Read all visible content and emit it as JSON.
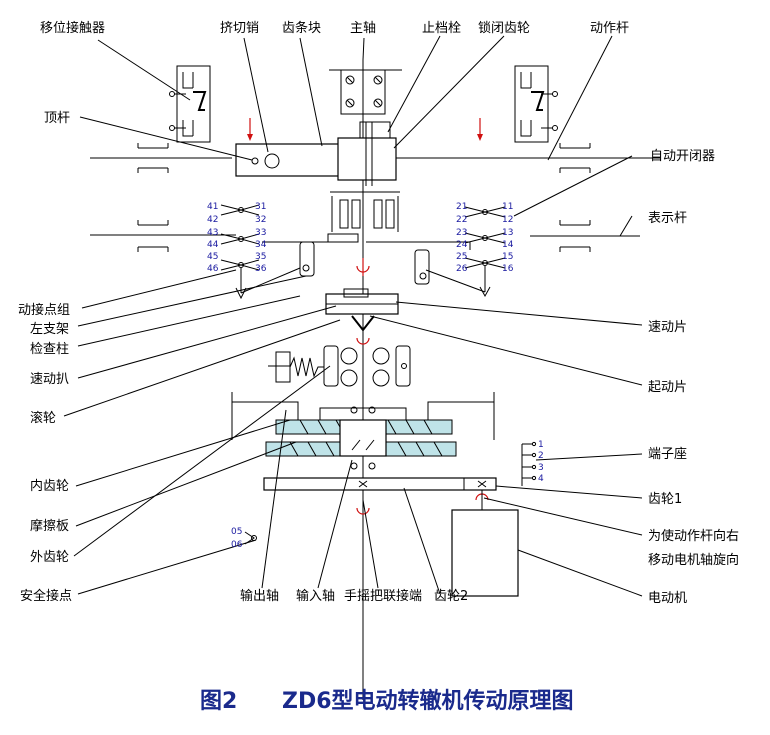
{
  "caption": {
    "figure_no": "图2",
    "title": "ZD6型电动转辙机传动原理图"
  },
  "labels": {
    "yiwei_jiechuqi": "移位接触器",
    "jiqie_xiao": "挤切销",
    "chitiaokuai": "齿条块",
    "zhuzhou": "主轴",
    "zhidangshuan": "止档栓",
    "suobi_chilun": "锁闭齿轮",
    "dongzuogan": "动作杆",
    "dinggan": "顶杆",
    "zidong_kaibiqi": "自动开闭器",
    "biaoshigan": "表示杆",
    "dongjiedianzu": "动接点组",
    "zuozhijia": "左支架",
    "jianchazhu": "检查柱",
    "sudongzhao": "速动扒",
    "gunlun": "滚轮",
    "neichilun": "内齿轮",
    "mocaban": "摩擦板",
    "waichilun": "外齿轮",
    "anquan_jiedian": "安全接点",
    "sudongpian": "速动片",
    "qidongpian": "起动片",
    "duanzizuo": "端子座",
    "chilun1": "齿轮1",
    "zhuanxiang_line1": "为使动作杆向右",
    "zhuanxiang_line2": "移动电机轴旋向",
    "diandongji": "电动机",
    "shuchuzhou": "输出轴",
    "shuruzhou": "输入轴",
    "shouyaoba": "手摇把联接端",
    "chilun2": "齿轮2"
  },
  "contact_numbers": {
    "left": [
      "41",
      "31",
      "42",
      "32",
      "43",
      "33",
      "44",
      "34",
      "45",
      "35",
      "46",
      "36"
    ],
    "right": [
      "21",
      "11",
      "22",
      "12",
      "23",
      "13",
      "24",
      "14",
      "25",
      "15",
      "26",
      "16"
    ],
    "terminal": [
      "1",
      "2",
      "3",
      "4"
    ],
    "safety": [
      "05",
      "06"
    ]
  },
  "colors": {
    "line": "#000000",
    "caption": "#1a2a8c",
    "numbers": "#1a1aa0",
    "rotation_arrow": "#d01010",
    "hatch_fill": "#bfe3e8"
  }
}
